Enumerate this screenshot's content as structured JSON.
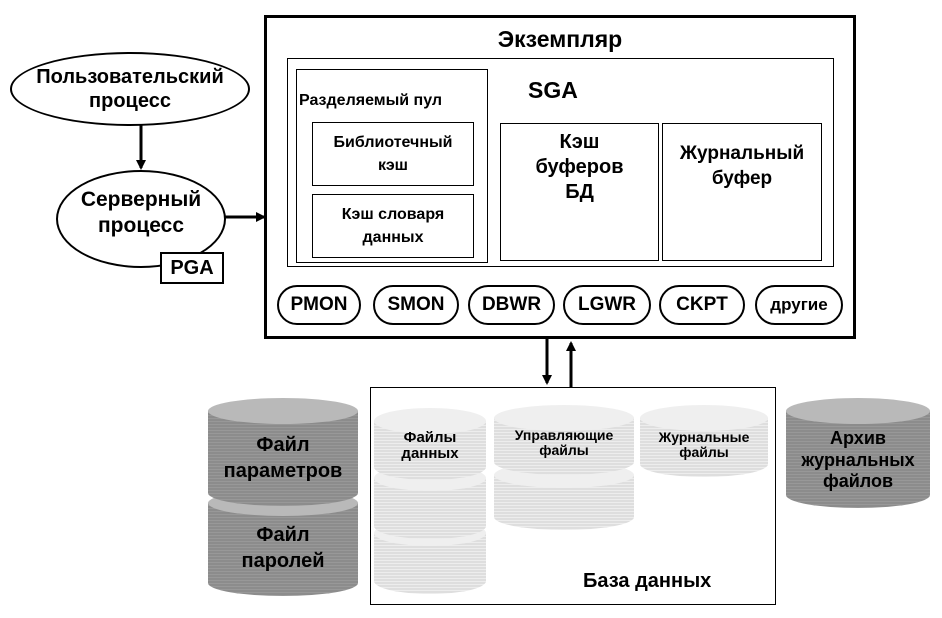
{
  "instance": {
    "title": "Экземпляр",
    "sga": {
      "label": "SGA",
      "shared_pool": {
        "label": "Разделяемый пул",
        "library_cache": "Библиотечный кэш",
        "dictionary_cache": "Кэш словаря данных"
      },
      "db_buffer_cache": "Кэш буферов БД",
      "redo_log_buffer": "Журнальный буфер"
    },
    "processes": [
      "PMON",
      "SMON",
      "DBWR",
      "LGWR",
      "CKPT",
      "другие"
    ]
  },
  "user_process": "Пользовательский процесс",
  "server_process": "Серверный процесс",
  "pga": "PGA",
  "database": {
    "label": "База данных",
    "data_files": "Файлы данных",
    "control_files": "Управляющие файлы",
    "redo_log_files": "Журнальные файлы"
  },
  "parameter_file": "Файл параметров",
  "password_file": "Файл паролей",
  "archive_logs": "Архив журнальных файлов"
}
